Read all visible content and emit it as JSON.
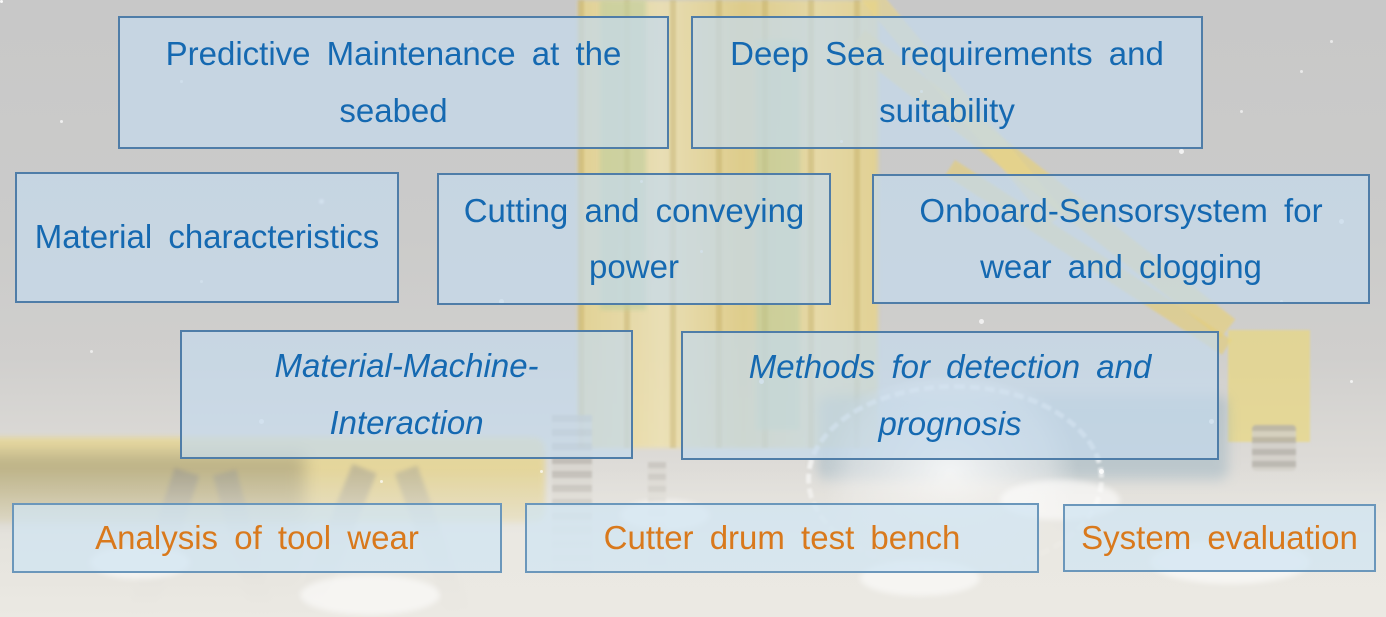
{
  "slide": {
    "background": {
      "name": "underwater-photo-of-yellow-seabed-mining-machine",
      "base_gray": "#cbcac9",
      "machine_yellow": "#e7d387"
    },
    "colors": {
      "blue_text": "#1569b1",
      "orange_text": "#d9791c",
      "box_border": "#4f7da8",
      "box_fill_tint": "#c6dbec"
    },
    "rows": [
      {
        "boxes": [
          {
            "label": "Predictive Maintenance at the\nseabed",
            "style": "blue"
          },
          {
            "label": "Deep Sea requirements and\nsuitability",
            "style": "blue"
          }
        ]
      },
      {
        "boxes": [
          {
            "label": "Material characteristics",
            "style": "blue"
          },
          {
            "label": "Cutting and conveying\npower",
            "style": "blue"
          },
          {
            "label": "Onboard-Sensorsystem for\nwear and clogging",
            "style": "blue"
          }
        ]
      },
      {
        "boxes": [
          {
            "label": "Material-Machine-\nInteraction",
            "style": "blue-italic"
          },
          {
            "label": "Methods for detection and\nprognosis",
            "style": "blue-italic"
          }
        ]
      },
      {
        "boxes": [
          {
            "label": "Analysis of tool wear",
            "style": "orange"
          },
          {
            "label": "Cutter drum test bench",
            "style": "orange"
          },
          {
            "label": "System evaluation",
            "style": "orange"
          }
        ]
      }
    ]
  }
}
